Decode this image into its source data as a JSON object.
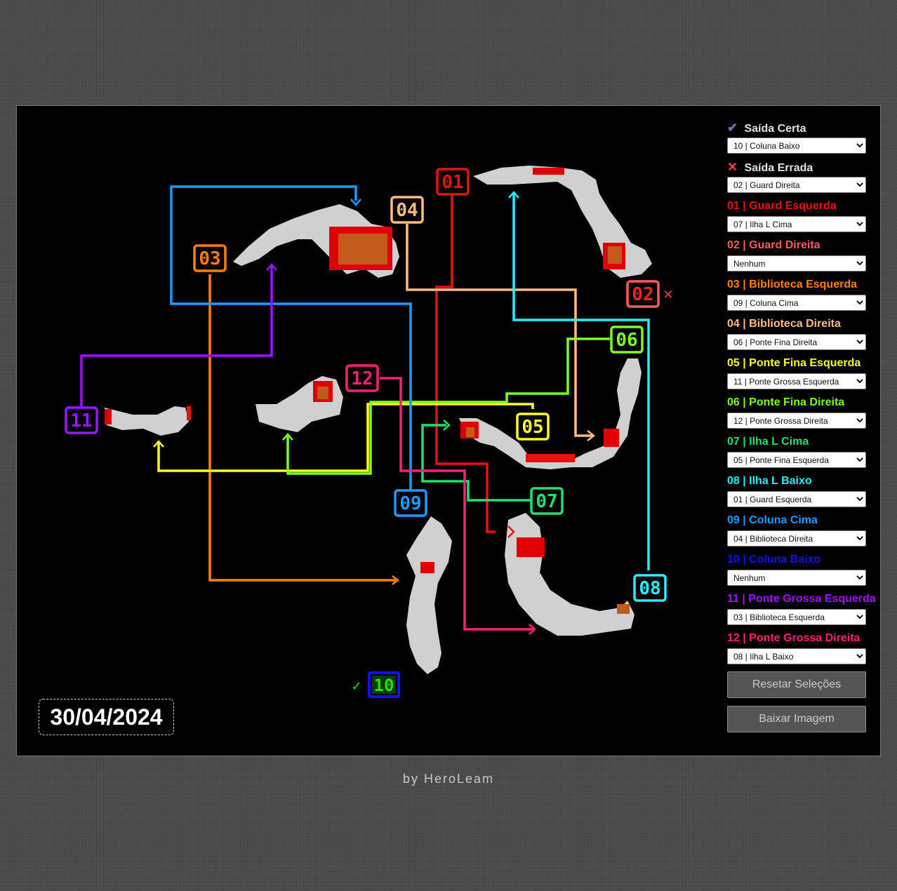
{
  "date": "30/04/2024",
  "footer": "by HeroLeam",
  "exits": {
    "correct": {
      "mark": "✔",
      "label": "Saída Certa",
      "value": "10 | Coluna Baixo",
      "color": "#d0d0d0",
      "mark_color": "#7a6aa0"
    },
    "wrong": {
      "mark": "✕",
      "label": "Saída Errada",
      "value": "02 | Guard Direita",
      "color": "#d0d0d0",
      "mark_color": "#ff3b4a"
    }
  },
  "options": [
    "Nenhum",
    "01 | Guard Esquerda",
    "02 | Guard Direita",
    "03 | Biblioteca Esquerda",
    "04 | Biblioteca Direita",
    "05 | Ponte Fina Esquerda",
    "06 | Ponte Fina Direita",
    "07 | Ilha L Cima",
    "08 | Ilha L Baixo",
    "09 | Coluna Cima",
    "10 | Coluna Baixo",
    "11 | Ponte Grossa Esquerda",
    "12 | Ponte Grossa Direita"
  ],
  "doors": [
    {
      "id": "01",
      "label": "01 | Guard Esquerda",
      "color": "#e8120c",
      "value": "07 | Ilha L Cima"
    },
    {
      "id": "02",
      "label": "02 | Guard Direita",
      "color": "#ff5a5a",
      "value": "Nenhum"
    },
    {
      "id": "03",
      "label": "03 | Biblioteca Esquerda",
      "color": "#ff7f00",
      "value": "09 | Coluna Cima"
    },
    {
      "id": "04",
      "label": "04 | Biblioteca Direita",
      "color": "#ffba80",
      "value": "06 | Ponte Fina Direita"
    },
    {
      "id": "05",
      "label": "05 | Ponte Fina Esquerda",
      "color": "#ffff1e",
      "value": "11 | Ponte Grossa Esquerda"
    },
    {
      "id": "06",
      "label": "06 | Ponte Fina Direita",
      "color": "#7dff1e",
      "value": "12 | Ponte Grossa Direita"
    },
    {
      "id": "07",
      "label": "07 | Ilha L Cima",
      "color": "#22e06a",
      "value": "05 | Ponte Fina Esquerda"
    },
    {
      "id": "08",
      "label": "08 | Ilha L Baixo",
      "color": "#22f0ff",
      "value": "01 | Guard Esquerda"
    },
    {
      "id": "09",
      "label": "09 | Coluna Cima",
      "color": "#1a9bff",
      "value": "04 | Biblioteca Direita"
    },
    {
      "id": "10",
      "label": "10 | Coluna Baixo",
      "color": "#1010ff",
      "value": "Nenhum"
    },
    {
      "id": "11",
      "label": "11 | Ponte Grossa Esquerda",
      "color": "#9b14ff",
      "value": "03 | Biblioteca Esquerda"
    },
    {
      "id": "12",
      "label": "12 | Ponte Grossa Direita",
      "color": "#ff1f7a",
      "value": "08 | Ilha L Baixo"
    }
  ],
  "buttons": {
    "reset": "Resetar Seleções",
    "download": "Baixar Imagem"
  },
  "map_badges": {
    "d01": "01",
    "d02": "02",
    "d03": "03",
    "d04": "04",
    "d05": "05",
    "d06": "06",
    "d07": "07",
    "d08": "08",
    "d09": "09",
    "d10": "10",
    "d11": "11",
    "d12": "12",
    "wrong_mark": "✕",
    "correct_mark": "✓"
  }
}
